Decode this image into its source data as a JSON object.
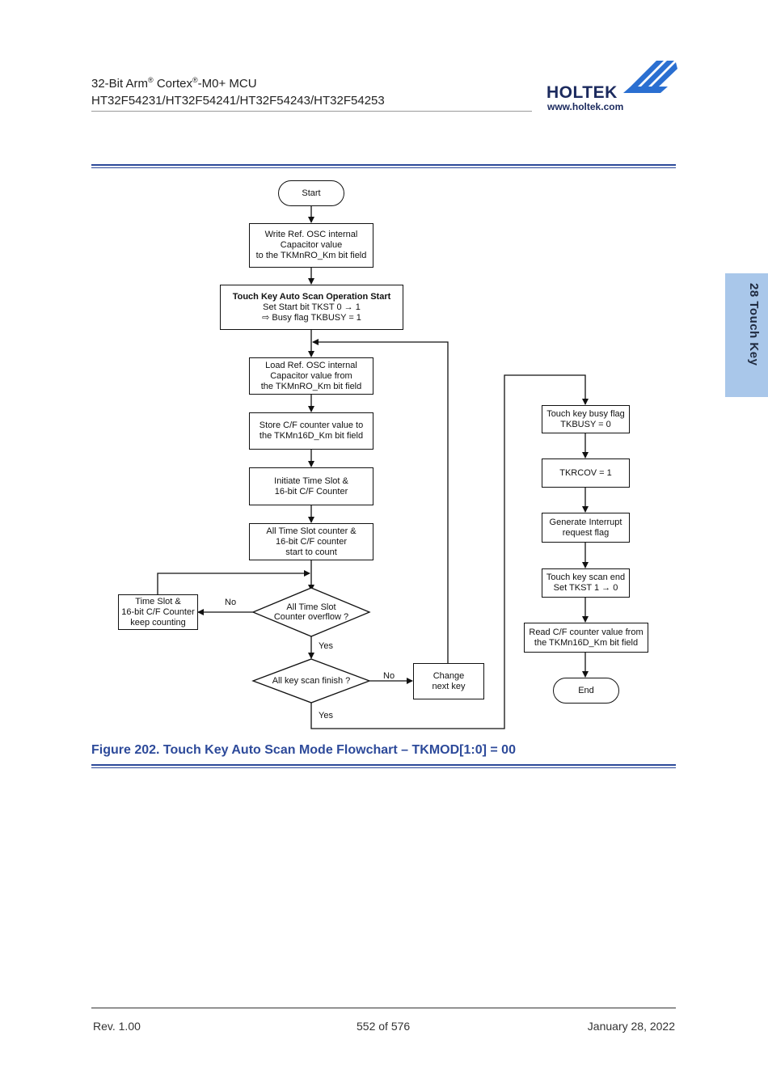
{
  "header": {
    "line1_a": "32-Bit Arm",
    "line1_b": " Cortex",
    "line1_c": "-M0+ MCU",
    "reg_mark": "®",
    "line2": "HT32F54231/HT32F54241/HT32F54243/HT32F54253"
  },
  "logo": {
    "brand": "HOLTEK",
    "url": "www.holtek.com",
    "brand_color": "#1b2a5e",
    "mark_color": "#2a6fd1"
  },
  "side_tab": {
    "label": "28  Touch Key",
    "color": "#a9c7ea"
  },
  "flowchart": {
    "start": "Start",
    "write_ref": "Write Ref. OSC internal\nCapacitor value\nto the TKMnRO_Km bit field",
    "auto_scan_title": "Touch Key Auto Scan Operation Start",
    "auto_scan_body": "Set Start bit TKST 0 → 1\n⇨ Busy flag TKBUSY = 1",
    "load_ref": "Load Ref. OSC internal\nCapacitor value from\nthe TKMnRO_Km bit field",
    "store_cf": "Store C/F counter value to\nthe TKMn16D_Km bit field",
    "initiate": "Initiate Time Slot &\n16-bit C/F Counter",
    "all_count": "All Time Slot counter &\n16-bit C/F counter\nstart to count",
    "keep_counting": "Time Slot &\n16-bit C/F Counter\nkeep counting",
    "overflow_q": "All Time Slot\nCounter overflow ?",
    "all_key_q": "All key scan finish ?",
    "change_key": "Change\nnext key",
    "busy_flag": "Touch key busy flag\nTKBUSY = 0",
    "tkrcov": "TKRCOV = 1",
    "gen_int": "Generate Interrupt\nrequest flag",
    "scan_end": "Touch key scan end\nSet TKST 1 → 0",
    "read_cf": "Read C/F counter value from\nthe TKMn16D_Km bit field",
    "end": "End",
    "label_no": "No",
    "label_yes": "Yes"
  },
  "caption": "Figure 202.  Touch Key Auto Scan Mode Flowchart – TKMOD[1:0] = 00",
  "footer": {
    "rev": "Rev. 1.00",
    "page": "552 of 576",
    "date": "January 28, 2022"
  },
  "colors": {
    "accent": "#2d4a9a"
  }
}
